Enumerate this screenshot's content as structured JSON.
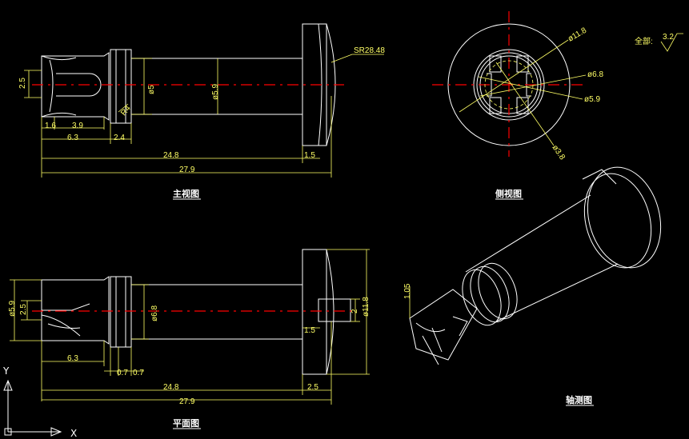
{
  "views": {
    "main_title": "主视图",
    "side_title": "侧视图",
    "plan_title": "平面图",
    "iso_title": "轴测图"
  },
  "roughness": {
    "label": "全部:",
    "value": "3.2"
  },
  "main_dims": {
    "d1": "2.5",
    "d2": "1.6",
    "d3": "3.9",
    "d4": "6.3",
    "d5": "2.4",
    "d6": "24.8",
    "d7": "27.9",
    "d8": "1.5",
    "d9": "ø5",
    "d10": "ø5.9",
    "d11": "SR28.48",
    "d12": "R4"
  },
  "side_dims": {
    "d1": "ø11.8",
    "d2": "ø6.8",
    "d3": "ø5.9",
    "d4": "ø3.8"
  },
  "plan_dims": {
    "d1": "ø5.9",
    "d2": "2.5",
    "d3": "6.3",
    "d4": "0.7",
    "d5": "0.7",
    "d6": "ø6.8",
    "d7": "1.5",
    "d8": "2",
    "d9": "ø11.8",
    "d10": "24.8",
    "d11": "27.9",
    "d12": "2.5"
  },
  "iso_dims": {
    "d1": "1.05"
  },
  "ucs": {
    "x": "X",
    "y": "Y"
  },
  "colors": {
    "background": "#000000",
    "outline": "#ffffff",
    "dimension": "#ffff66",
    "centerline": "#ff0000"
  }
}
